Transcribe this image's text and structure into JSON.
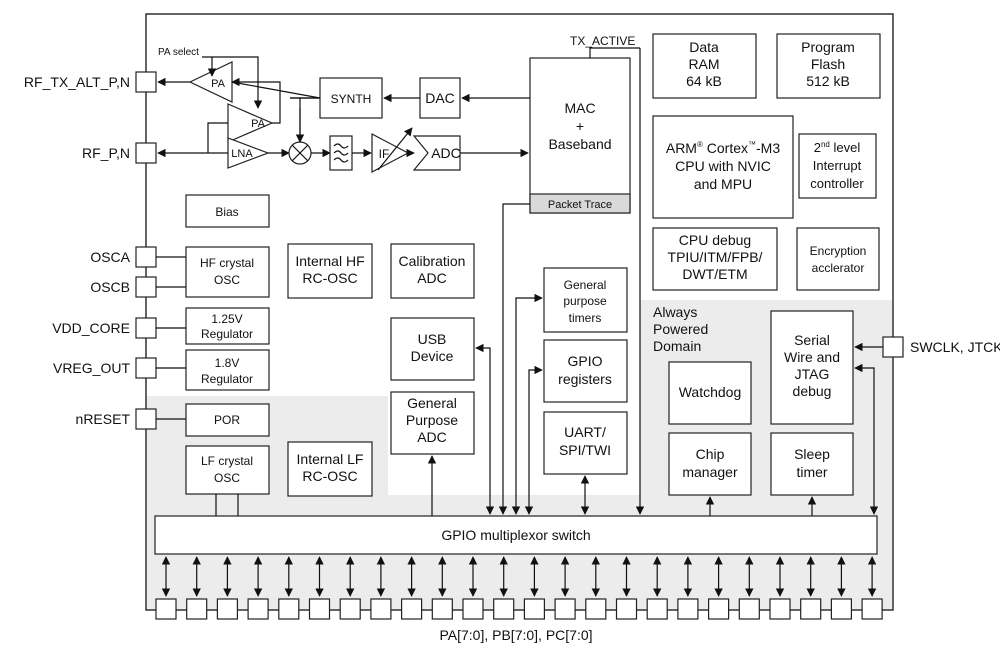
{
  "colors": {
    "shaded_region": "#ececec",
    "packet_trace_fill": "#d9d9d9",
    "line": "#111111"
  },
  "labels": {
    "rf_tx_alt": "RF_TX_ALT_P,N",
    "rf_pn": "RF_P,N",
    "osca": "OSCA",
    "oscb": "OSCB",
    "vdd_core": "VDD_CORE",
    "vreg_out": "VREG_OUT",
    "nreset": "nRESET",
    "swclk": "SWCLK, JTCK",
    "pa_select": "PA select",
    "tx_active": "TX_ACTIVE",
    "ports": "PA[7:0], PB[7:0], PC[7:0]"
  },
  "rf": {
    "pa": "PA",
    "lna": "LNA",
    "if": "IF",
    "adc": "ADC",
    "dac": "DAC",
    "synth": "SYNTH"
  },
  "blocks": {
    "mac": [
      "MAC",
      "+",
      "Baseband"
    ],
    "packet_trace": "Packet Trace",
    "data_ram": [
      "Data",
      "RAM",
      "64 kB"
    ],
    "program_flash": [
      "Program",
      "Flash",
      "512 kB"
    ],
    "cpu_line1_a": "ARM",
    "cpu_line1_b": "Cortex",
    "cpu_line1_c": "-M3",
    "cpu_lines": [
      "CPU with NVIC",
      "and MPU"
    ],
    "interrupt_a": "2",
    "interrupt_b": "nd",
    "interrupt_c": " level",
    "interrupt_lines": [
      "Interrupt",
      "controller"
    ],
    "cpu_debug": [
      "CPU debug",
      "TPIU/ITM/FPB/",
      "DWT/ETM"
    ],
    "encryption": [
      "Encryption",
      "acclerator"
    ],
    "bias": "Bias",
    "hf_crystal": [
      "HF crystal",
      "OSC"
    ],
    "internal_hf": [
      "Internal HF",
      "RC-OSC"
    ],
    "calibration_adc": [
      "Calibration",
      "ADC"
    ],
    "reg_125": [
      "1.25V",
      "Regulator"
    ],
    "reg_18": [
      "1.8V",
      "Regulator"
    ],
    "por": "POR",
    "lf_crystal": [
      "LF crystal",
      "OSC"
    ],
    "internal_lf": [
      "Internal LF",
      "RC-OSC"
    ],
    "usb": [
      "USB",
      "Device"
    ],
    "gp_adc": [
      "General",
      "Purpose",
      "ADC"
    ],
    "gp_timers": [
      "General",
      "purpose",
      "timers"
    ],
    "gpio_regs": [
      "GPIO",
      "registers"
    ],
    "uart": [
      "UART/",
      "SPI/TWI"
    ],
    "always_powered": [
      "Always",
      "Powered",
      "Domain"
    ],
    "watchdog": "Watchdog",
    "chip_manager": [
      "Chip",
      "manager"
    ],
    "serial_wire": [
      "Serial",
      "Wire and",
      "JTAG",
      "debug"
    ],
    "sleep_timer": [
      "Sleep",
      "timer"
    ],
    "gpio_mux": "GPIO multiplexor switch"
  }
}
